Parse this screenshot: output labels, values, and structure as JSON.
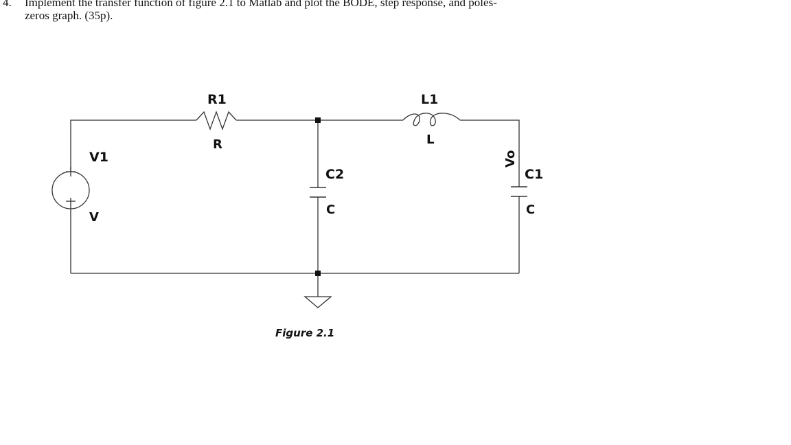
{
  "question": {
    "number": "4.",
    "text": "Implement the transfer function of figure 2.1 to Matlab and plot the BODE, step response, and poles-zeros graph. (35p)."
  },
  "circuit": {
    "components": {
      "v1": {
        "name": "V1",
        "value": "V"
      },
      "r1": {
        "name": "R1",
        "value": "R"
      },
      "l1": {
        "name": "L1",
        "value": "L"
      },
      "c2": {
        "name": "C2",
        "value": "C"
      },
      "c1": {
        "name": "C1",
        "value": "C"
      }
    },
    "output_label": "Vo",
    "figure_caption": "Figure 2.1"
  },
  "colors": {
    "wire": "#333333",
    "text": "#111111",
    "background": "#ffffff"
  }
}
